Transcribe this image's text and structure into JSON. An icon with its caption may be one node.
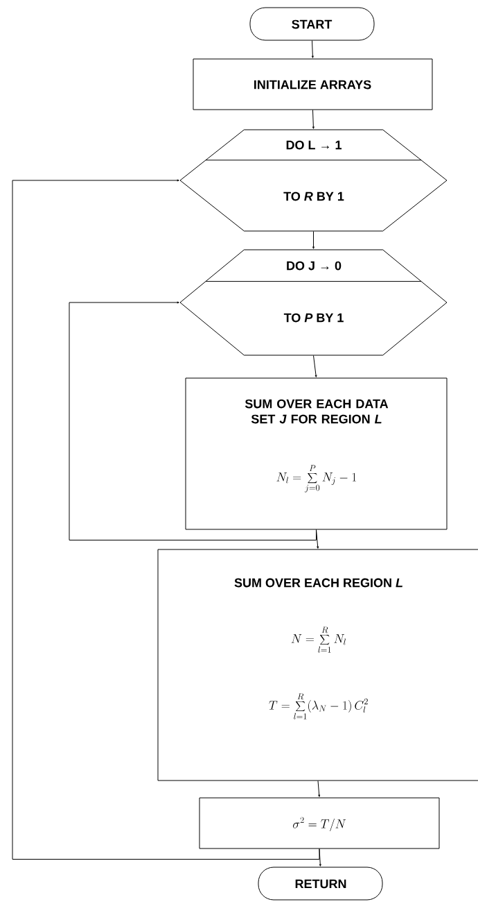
{
  "diagram": {
    "nodes": [
      {
        "text": [
          "START"
        ]
      },
      {
        "text": [
          "INITIALIZE ARRAYS"
        ]
      },
      {
        "text": [
          "DO L → 1",
          "TO *R* BY 1"
        ]
      },
      {
        "text": [
          "DO J → 0",
          "TO *P* BY 1"
        ]
      },
      {
        "text": [
          "SUM OVER EACH DATA SET *J* FOR REGION *L*",
          "N_l = \\sum_{j=0}^{P} N_j - 1"
        ]
      },
      {
        "text": [
          "SUM OVER EACH REGION *L*",
          "N = \\sum_{l=1}^{R} N_l",
          "T = \\sum_{l=1}^{R} (\\lambda_N - 1)\\, C_l^2"
        ]
      },
      {
        "text": [
          "\\sigma^2 = T / N"
        ]
      },
      {
        "text": [
          "RETURN"
        ]
      }
    ],
    "edges": [
      {
        "from": 0,
        "to": 1,
        "arrow": "to"
      },
      {
        "from": 1,
        "to": 2,
        "arrow": "to"
      },
      {
        "from": 2,
        "to": 3,
        "arrow": "to"
      },
      {
        "from": 3,
        "to": 4,
        "arrow": "to"
      },
      {
        "from": 4,
        "to": 5,
        "arrow": "to"
      },
      {
        "from": 4,
        "to": 3,
        "arrow": "to"
      },
      {
        "from": 5,
        "to": 6,
        "arrow": "to"
      },
      {
        "from": 6,
        "to": 7,
        "arrow": "to"
      },
      {
        "from": 6,
        "to": 2,
        "arrow": "to"
      }
    ]
  }
}
